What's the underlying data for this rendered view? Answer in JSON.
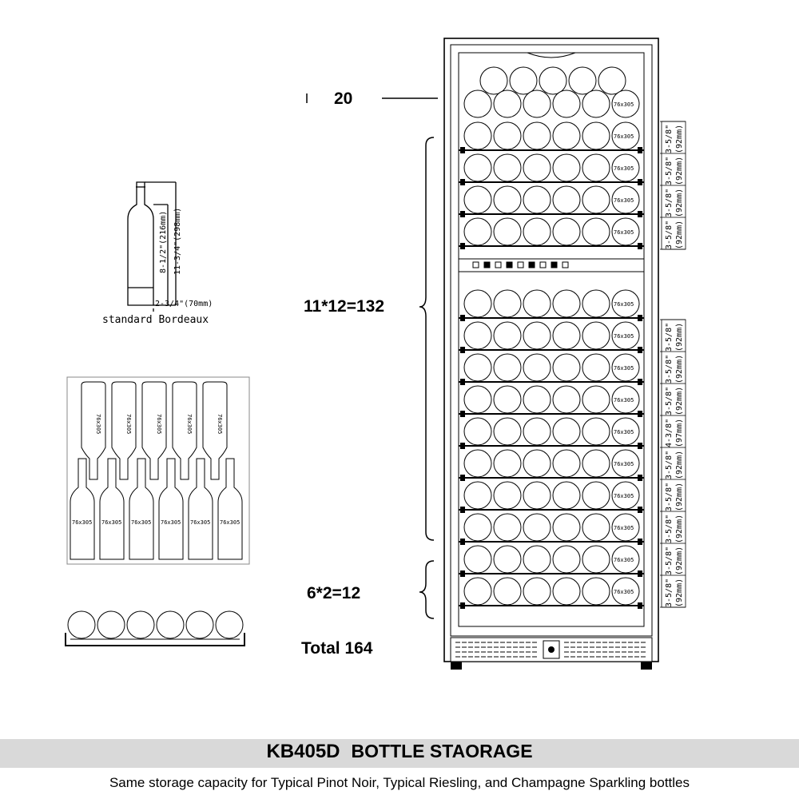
{
  "counts": {
    "top": "20",
    "middle": "11*12=132",
    "bottom": "6*2=12",
    "total": "Total 164"
  },
  "bottle": {
    "label": "standard Bordeaux",
    "height_1": "8-1/2\"(216mm)",
    "height_2": "11-3/4\"(298mm)",
    "width": "2-3/4\"(70mm)"
  },
  "shelf_tag": "76x305",
  "spacing": {
    "top_group": [
      {
        "inch": "3-5/8\"",
        "mm": "(92mm)"
      },
      {
        "inch": "3-5/8\"",
        "mm": "(92mm)"
      },
      {
        "inch": "3-5/8\"",
        "mm": "(92mm)"
      },
      {
        "inch": "3-5/8\"",
        "mm": "(92mm)"
      }
    ],
    "bottom_group": [
      {
        "inch": "3-5/8\"",
        "mm": "(92mm)"
      },
      {
        "inch": "3-5/8\"",
        "mm": "(92mm)"
      },
      {
        "inch": "3-5/8\"",
        "mm": "(92mm)"
      },
      {
        "inch": "4-3/8\"",
        "mm": "(97mm)"
      },
      {
        "inch": "3-5/8\"",
        "mm": "(92mm)"
      },
      {
        "inch": "3-5/8\"",
        "mm": "(92mm)"
      },
      {
        "inch": "3-5/8\"",
        "mm": "(92mm)"
      },
      {
        "inch": "3-5/8\"",
        "mm": "(92mm)"
      },
      {
        "inch": "3-5/8\"",
        "mm": "(92mm)"
      }
    ]
  },
  "footer": {
    "model": "KB405D",
    "title": "BOTTLE STAORAGE",
    "caption": "Same storage capacity for Typical Pinot Noir, Typical Riesling, and Champagne Sparkling bottles"
  }
}
